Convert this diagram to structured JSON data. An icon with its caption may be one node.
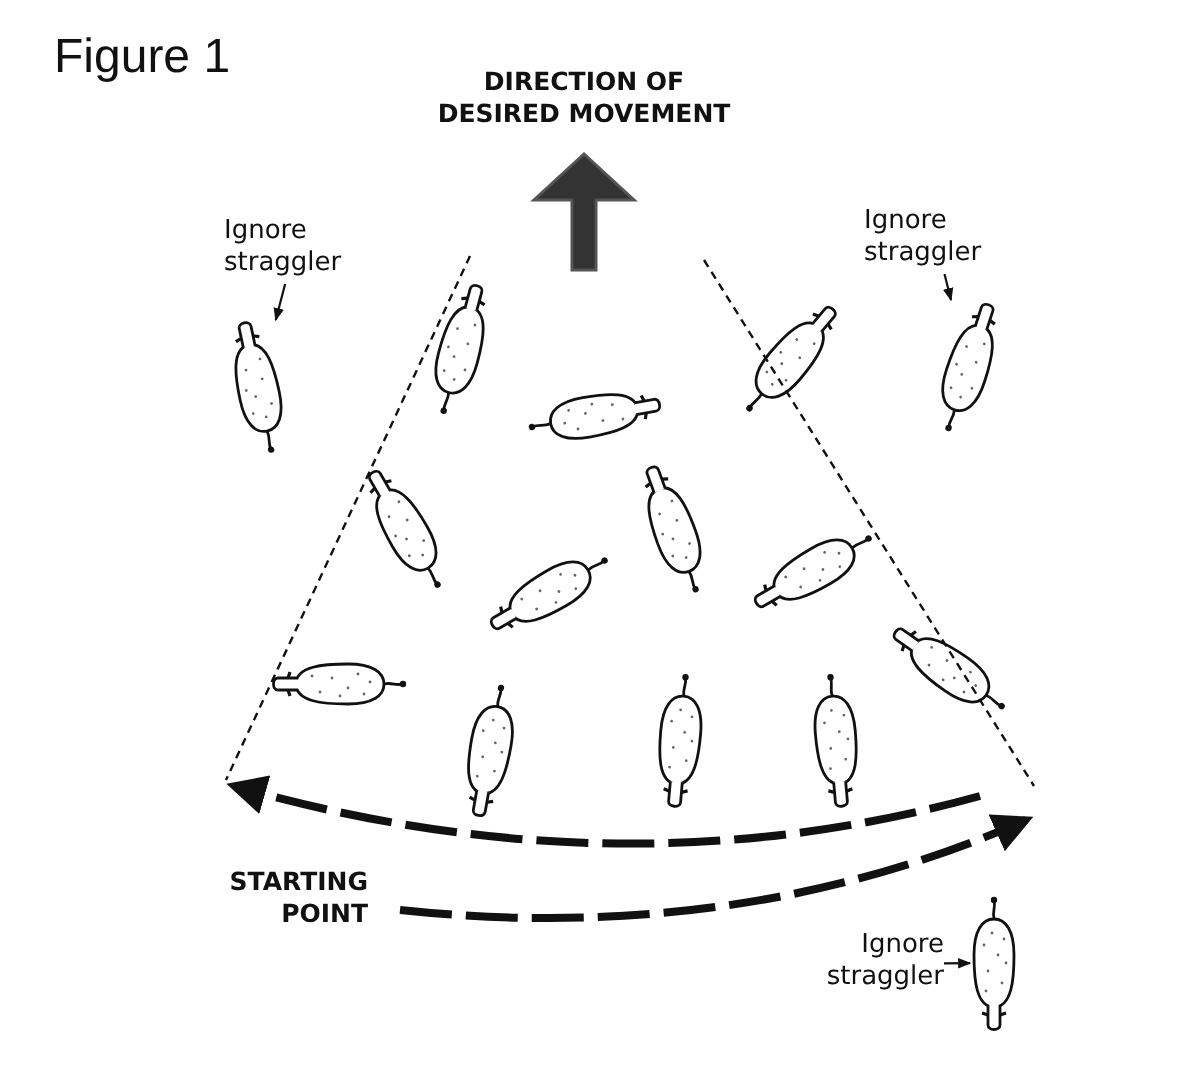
{
  "diagram": {
    "title": "Figure 1",
    "nodes": [
      {
        "text": [
          "Ignore straggler"
        ]
      },
      {
        "text": [],
        "shape": "picture"
      },
      {
        "text": [
          "Ignore straggler"
        ]
      },
      {
        "text": [],
        "shape": "picture"
      },
      {
        "text": [
          "Ignore straggler"
        ]
      },
      {
        "text": [],
        "shape": "picture"
      }
    ],
    "edges": [
      {
        "from": 0,
        "to": 1,
        "arrow": "to"
      },
      {
        "from": 2,
        "to": 3,
        "arrow": "to"
      },
      {
        "from": 4,
        "to": 5,
        "arrow": "to"
      }
    ],
    "labels": [
      "DIRECTION OF DESIRED MOVEMENT",
      "STARTING POINT"
    ]
  }
}
